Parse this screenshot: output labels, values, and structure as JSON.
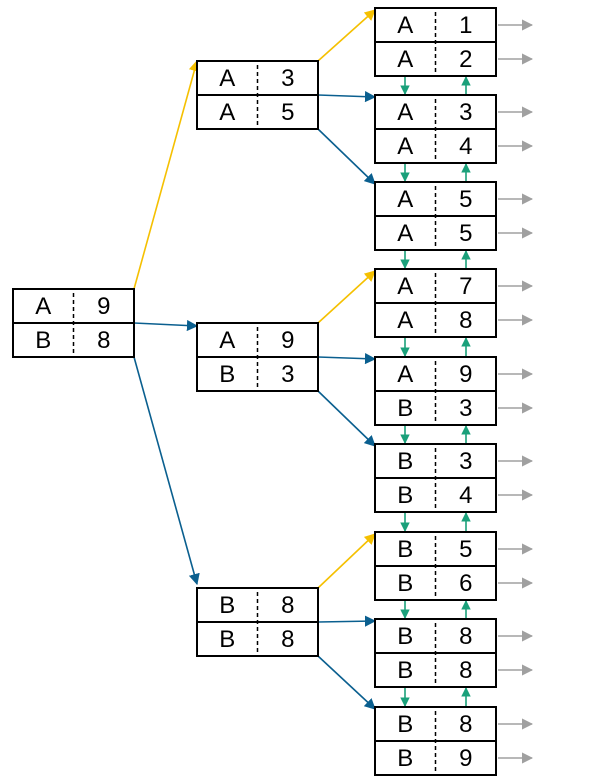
{
  "colors": {
    "border": "#000000",
    "yellow_arrow": "#f5c000",
    "blue_arrow": "#0a5f8f",
    "green_arrow": "#1aa07a",
    "gray_arrow": "#a0a0a0"
  },
  "root": {
    "rows": [
      {
        "key": "A",
        "value": "9"
      },
      {
        "key": "B",
        "value": "8"
      }
    ]
  },
  "index_nodes": [
    {
      "rows": [
        {
          "key": "A",
          "value": "3"
        },
        {
          "key": "A",
          "value": "5"
        }
      ]
    },
    {
      "rows": [
        {
          "key": "A",
          "value": "9"
        },
        {
          "key": "B",
          "value": "3"
        }
      ]
    },
    {
      "rows": [
        {
          "key": "B",
          "value": "8"
        },
        {
          "key": "B",
          "value": "8"
        }
      ]
    }
  ],
  "leaf_nodes": [
    {
      "rows": [
        {
          "key": "A",
          "value": "1"
        },
        {
          "key": "A",
          "value": "2"
        }
      ]
    },
    {
      "rows": [
        {
          "key": "A",
          "value": "3"
        },
        {
          "key": "A",
          "value": "4"
        }
      ]
    },
    {
      "rows": [
        {
          "key": "A",
          "value": "5"
        },
        {
          "key": "A",
          "value": "5"
        }
      ]
    },
    {
      "rows": [
        {
          "key": "A",
          "value": "7"
        },
        {
          "key": "A",
          "value": "8"
        }
      ]
    },
    {
      "rows": [
        {
          "key": "A",
          "value": "9"
        },
        {
          "key": "B",
          "value": "3"
        }
      ]
    },
    {
      "rows": [
        {
          "key": "B",
          "value": "3"
        },
        {
          "key": "B",
          "value": "4"
        }
      ]
    },
    {
      "rows": [
        {
          "key": "B",
          "value": "5"
        },
        {
          "key": "B",
          "value": "6"
        }
      ]
    },
    {
      "rows": [
        {
          "key": "B",
          "value": "8"
        },
        {
          "key": "B",
          "value": "8"
        }
      ]
    },
    {
      "rows": [
        {
          "key": "B",
          "value": "8"
        },
        {
          "key": "B",
          "value": "9"
        }
      ]
    }
  ]
}
